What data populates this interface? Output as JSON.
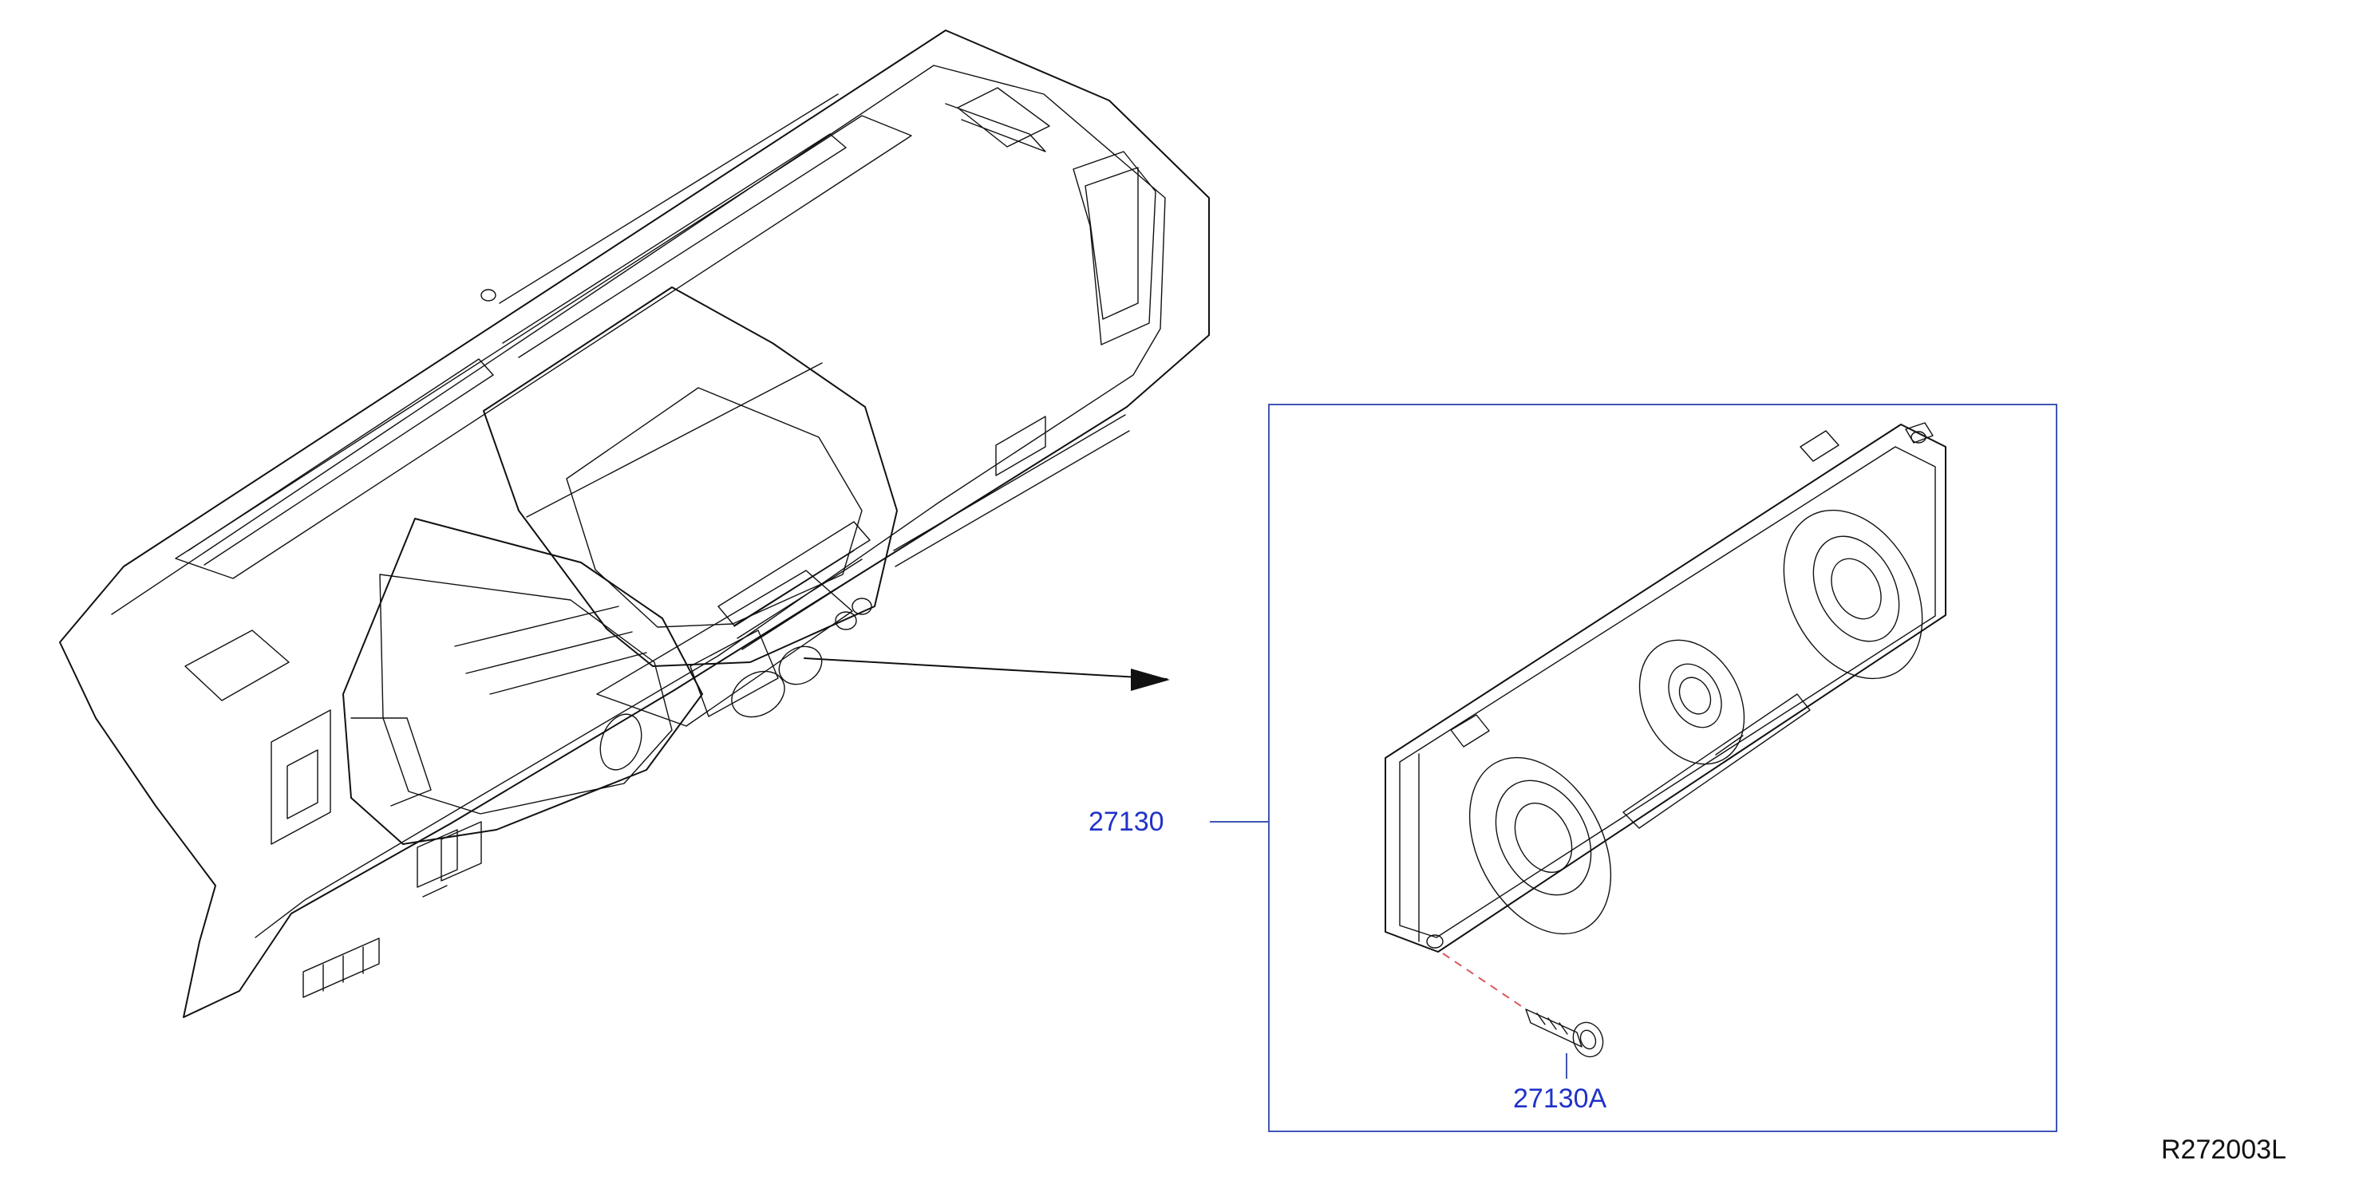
{
  "parts": {
    "part_1": "27130",
    "part_2": "27130A"
  },
  "reference_code": "R272003L",
  "colors": {
    "line": "#111111",
    "callout_blue": "#3f56b5",
    "label_blue": "#1f32c8",
    "dash_red": "#d8595e"
  }
}
